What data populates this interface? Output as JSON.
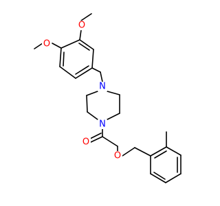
{
  "molecule": {
    "atoms": {
      "o1": "O",
      "o2": "O",
      "n1": "N",
      "n2": "N",
      "o3": "O",
      "o4": "O"
    },
    "colors": {
      "bond": "#000000",
      "oxygen": "#ff0000",
      "nitrogen": "#0000ff",
      "background": "#ffffff"
    }
  }
}
